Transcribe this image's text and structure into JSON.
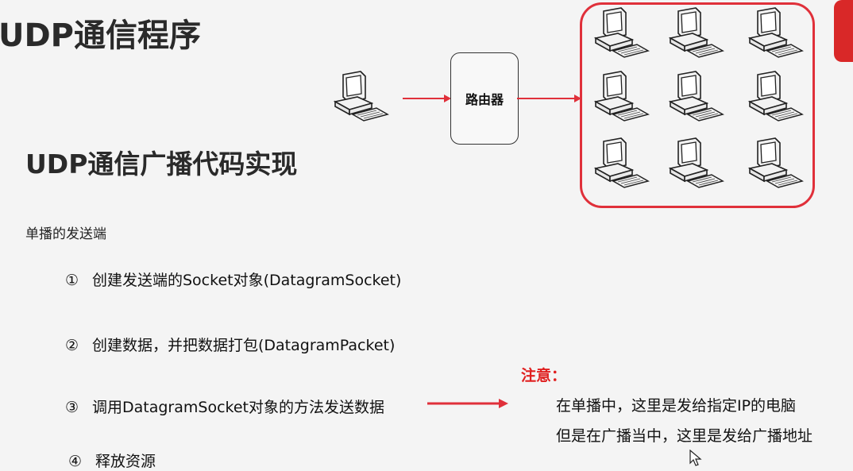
{
  "title": "UDP通信程序",
  "subtitle": "UDP通信广播代码实现",
  "section_label": "单播的发送端",
  "steps": [
    {
      "num": "①",
      "text": "创建发送端的Socket对象(DatagramSocket)"
    },
    {
      "num": "②",
      "text": "创建数据，并把数据打包(DatagramPacket)"
    },
    {
      "num": "③",
      "text": "调用DatagramSocket对象的方法发送数据"
    },
    {
      "num": "④",
      "text": "释放资源"
    }
  ],
  "note": {
    "heading": "注意：",
    "lines": [
      "在单播中，这里是发给指定IP的电脑",
      "但是在广播当中，这里是发给广播地址"
    ]
  },
  "diagram": {
    "router_label": "路由器",
    "accent_color": "#e0303a"
  },
  "icons": {
    "computer": "computer-icon",
    "arrow": "right-arrow-icon",
    "cursor": "mouse-pointer-icon"
  }
}
